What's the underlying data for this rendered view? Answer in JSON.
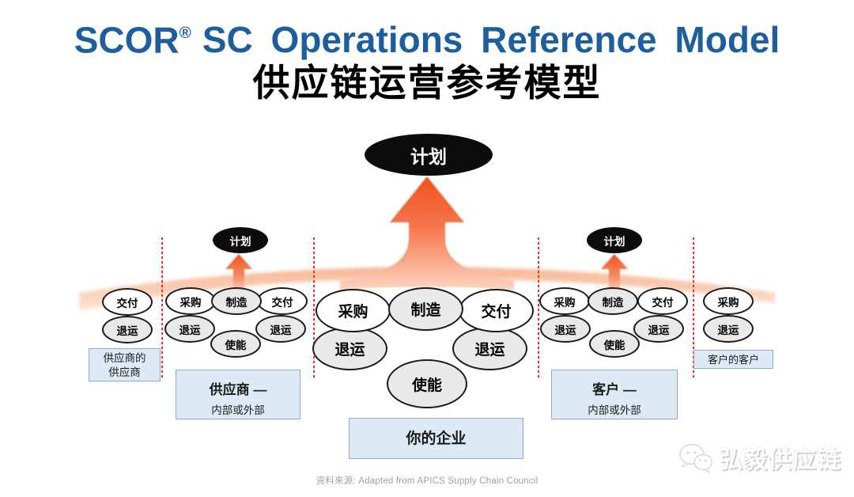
{
  "slide": {
    "title_en": {
      "brand": "SCOR",
      "reg": "®",
      "rest": "SC Operations Reference Model"
    },
    "title_cn": "供应链运营参考模型",
    "plan_top": "计划",
    "sections": {
      "far_left": {
        "ellipses": [
          {
            "label": "交付"
          },
          {
            "label": "退运"
          }
        ],
        "caption_line1": "供应商的",
        "caption_line2": "供应商"
      },
      "supplier": {
        "plan": "计划",
        "ellipses": [
          {
            "label": "采购"
          },
          {
            "label": "制造"
          },
          {
            "label": "交付"
          },
          {
            "label": "退运"
          },
          {
            "label": "退运"
          },
          {
            "label": "使能"
          }
        ],
        "caption_title": "供应商 —",
        "caption_sub": "内部或外部"
      },
      "company": {
        "ellipses": [
          {
            "label": "采购"
          },
          {
            "label": "制造"
          },
          {
            "label": "交付"
          },
          {
            "label": "退运"
          },
          {
            "label": "退运"
          },
          {
            "label": "使能"
          }
        ],
        "caption": "你的企业"
      },
      "customer": {
        "plan": "计划",
        "ellipses": [
          {
            "label": "采购"
          },
          {
            "label": "制造"
          },
          {
            "label": "交付"
          },
          {
            "label": "退运"
          },
          {
            "label": "退运"
          },
          {
            "label": "使能"
          }
        ],
        "caption_title": "客户 —",
        "caption_sub": "内部或外部"
      },
      "far_right": {
        "ellipses": [
          {
            "label": "采购"
          },
          {
            "label": "退运"
          }
        ],
        "caption": "客户的客户"
      }
    },
    "footer": {
      "source": "资料来源: Adapted from APICS Supply Chain Council",
      "logo_text": "弘毅供应链"
    },
    "colors": {
      "title_blue": "#1d5f9e",
      "arrow_orange": "#f1521f",
      "band_peach": "#f8c3a6",
      "divider_red": "#ff2613",
      "plan_fill": "#0c0c0c",
      "ellipse_gray": "#e9e9e9",
      "caption_fill": "#dde9f5",
      "caption_border": "#8fabc9"
    }
  }
}
